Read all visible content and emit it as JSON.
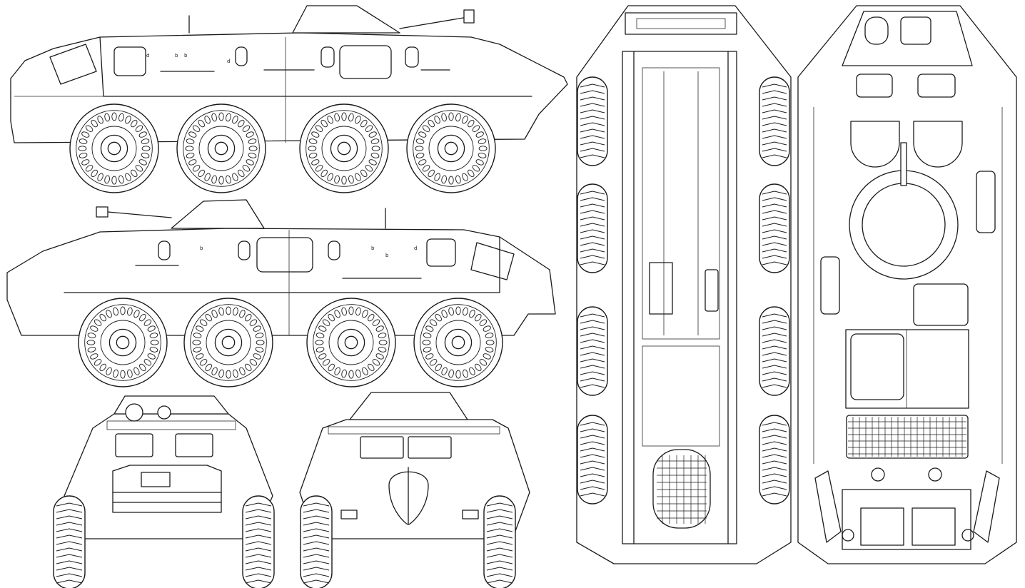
{
  "sheet": {
    "views": [
      {
        "id": "left-side-view",
        "kind": "side"
      },
      {
        "id": "right-side-view",
        "kind": "side"
      },
      {
        "id": "front-view",
        "kind": "front"
      },
      {
        "id": "rear-view",
        "kind": "rear"
      },
      {
        "id": "bottom-view",
        "kind": "plan"
      },
      {
        "id": "top-view",
        "kind": "plan"
      }
    ],
    "colors": {
      "line": "#1a1a1a",
      "paper": "#ffffff"
    },
    "hull_text_marks": [
      "d",
      "b",
      "b",
      "d",
      "b",
      "b",
      "d",
      "b"
    ]
  }
}
